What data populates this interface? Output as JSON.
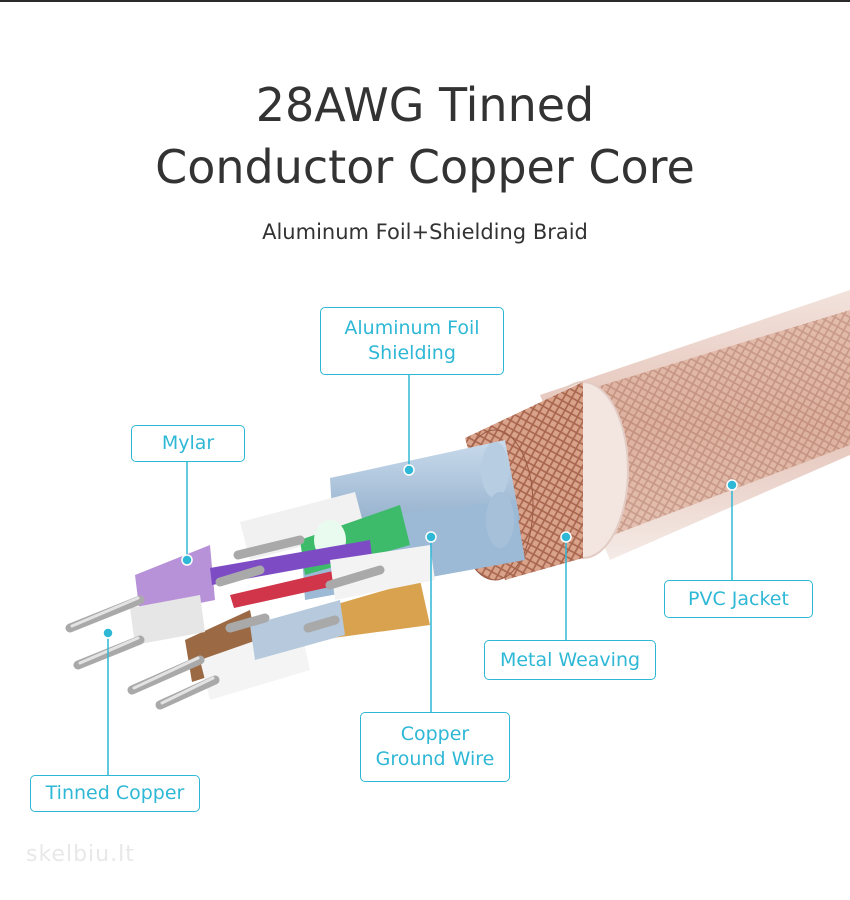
{
  "title": {
    "line1": "28AWG Tinned",
    "line2": "Conductor Copper Core"
  },
  "subtitle": "Aluminum Foil+Shielding Braid",
  "callouts": {
    "aluminum_foil": {
      "line1": "Aluminum Foil",
      "line2": "Shielding"
    },
    "mylar": "Mylar",
    "pvc_jacket": "PVC Jacket",
    "metal_weaving": "Metal Weaving",
    "copper_ground": {
      "line1": "Copper",
      "line2": "Ground Wire"
    },
    "tinned_copper": "Tinned Copper"
  },
  "watermark": "skelbiu.lt",
  "colors": {
    "accent": "#2fb8d6",
    "text": "#333333",
    "jacket": "#e8cfc8",
    "braid": "#c98f76",
    "wire_green": "#3dbb6a",
    "wire_purple": "#b892d8",
    "wire_orange": "#d9a24e",
    "wire_brown": "#9b6a45",
    "wire_blue": "#8fb0cf"
  }
}
